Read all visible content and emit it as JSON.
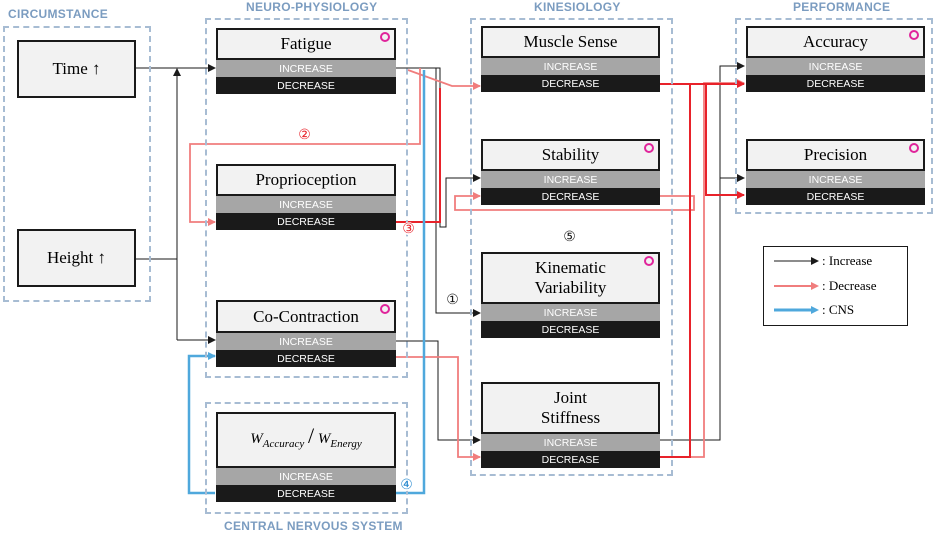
{
  "groups": {
    "circumstance": "CIRCUMSTANCE",
    "neuro": "NEURO-PHYSIOLOGY",
    "kinesiology": "KINESIOLOGY",
    "performance": "PERFORMANCE",
    "cns": "CENTRAL NERVOUS SYSTEM"
  },
  "circumstance": {
    "time": "Time ↑",
    "height": "Height ↑"
  },
  "neuro": {
    "fatigue": "Fatigue",
    "proprioception": "Proprioception",
    "cocontraction": "Co-Contraction"
  },
  "cns": {
    "w_top": "W",
    "w_top_sub": "Accuracy",
    "w_bot": "W",
    "w_bot_sub": "Energy"
  },
  "kinesiology": {
    "muscle_sense": "Muscle Sense",
    "stability": "Stability",
    "kinematic_1": "Kinematic",
    "kinematic_2": "Variability",
    "joint_1": "Joint",
    "joint_2": "Stiffness"
  },
  "performance": {
    "accuracy": "Accuracy",
    "precision": "Precision"
  },
  "levels": {
    "increase": "INCREASE",
    "decrease": "DECREASE"
  },
  "numbers": {
    "n1": "①",
    "n2": "②",
    "n3": "③",
    "n4": "④",
    "n5": "⑤"
  },
  "legend": {
    "increase": ": Increase",
    "decrease": ": Decrease",
    "cns": ": CNS"
  },
  "colors": {
    "increase": "#1a1a1a",
    "decrease": "#f07d7d",
    "decrease_strong": "#e8222a",
    "cns": "#4fa8dc",
    "marker": "#e0249b",
    "group_border": "#a7bcd3",
    "group_title": "#7b9cc0"
  }
}
